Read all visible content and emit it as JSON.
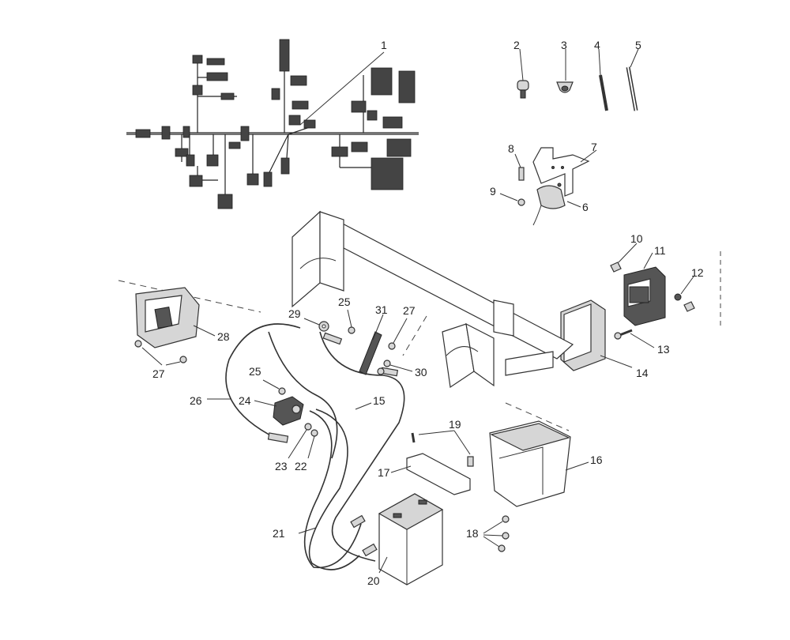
{
  "callouts": [
    {
      "id": "c1",
      "label": "1"
    },
    {
      "id": "c2",
      "label": "2"
    },
    {
      "id": "c3",
      "label": "3"
    },
    {
      "id": "c4",
      "label": "4"
    },
    {
      "id": "c5",
      "label": "5"
    },
    {
      "id": "c6",
      "label": "6"
    },
    {
      "id": "c7",
      "label": "7"
    },
    {
      "id": "c8",
      "label": "8"
    },
    {
      "id": "c9",
      "label": "9"
    },
    {
      "id": "c10",
      "label": "10"
    },
    {
      "id": "c11",
      "label": "11"
    },
    {
      "id": "c12",
      "label": "12"
    },
    {
      "id": "c13",
      "label": "13"
    },
    {
      "id": "c14",
      "label": "14"
    },
    {
      "id": "c15",
      "label": "15"
    },
    {
      "id": "c16",
      "label": "16"
    },
    {
      "id": "c17",
      "label": "17"
    },
    {
      "id": "c18",
      "label": "18"
    },
    {
      "id": "c19",
      "label": "19"
    },
    {
      "id": "c20",
      "label": "20"
    },
    {
      "id": "c21",
      "label": "21"
    },
    {
      "id": "c22",
      "label": "22"
    },
    {
      "id": "c23",
      "label": "23"
    },
    {
      "id": "c24",
      "label": "24"
    },
    {
      "id": "c25a",
      "label": "25"
    },
    {
      "id": "c25b",
      "label": "25"
    },
    {
      "id": "c26",
      "label": "26"
    },
    {
      "id": "c27a",
      "label": "27"
    },
    {
      "id": "c27b",
      "label": "27"
    },
    {
      "id": "c28",
      "label": "28"
    },
    {
      "id": "c29",
      "label": "29"
    },
    {
      "id": "c30",
      "label": "30"
    },
    {
      "id": "c31",
      "label": "31"
    }
  ]
}
